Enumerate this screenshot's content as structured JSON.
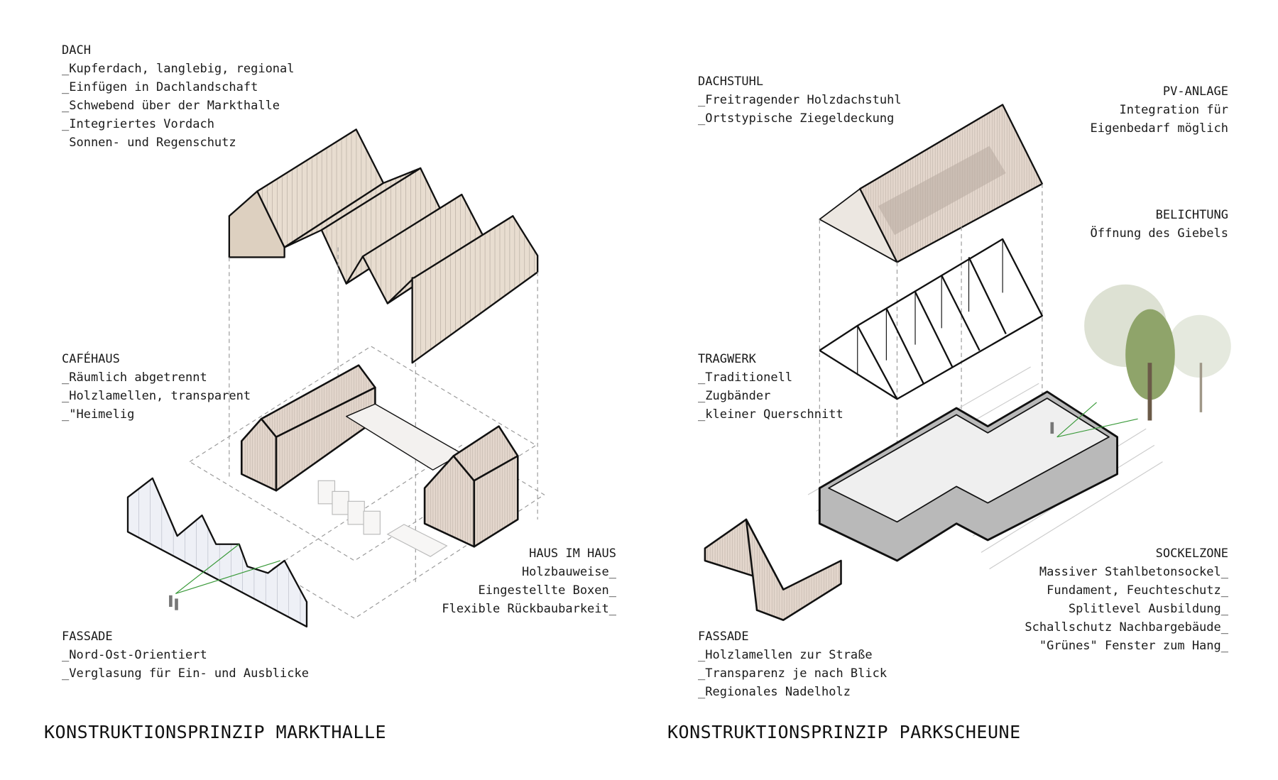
{
  "markthalle": {
    "title": "KONSTRUKTIONSPRINZIP MARKTHALLE",
    "dach": {
      "heading": "DACH",
      "lines": [
        "_Kupferdach, langlebig, regional",
        "_Einfügen in Dachlandschaft",
        "_Schwebend über der Markthalle",
        "_Integriertes Vordach",
        " Sonnen- und Regenschutz"
      ]
    },
    "cafehaus": {
      "heading": "CAFÉHAUS",
      "lines": [
        "_Räumlich abgetrennt",
        "_Holzlamellen, transparent",
        "_\"Heimelig"
      ]
    },
    "haus_im_haus": {
      "heading": "HAUS IM HAUS",
      "lines": [
        "Holzbauweise_",
        "Eingestellte Boxen_",
        "Flexible Rückbaubarkeit_"
      ]
    },
    "fassade": {
      "heading": "FASSADE",
      "lines": [
        "_Nord-Ost-Orientiert",
        "_Verglasung für Ein- und Ausblicke"
      ]
    }
  },
  "parkscheune": {
    "title": "KONSTRUKTIONSPRINZIP PARKSCHEUNE",
    "dachstuhl": {
      "heading": "DACHSTUHL",
      "lines": [
        "_Freitragender Holzdachstuhl",
        "_Ortstypische Ziegeldeckung"
      ]
    },
    "pv_anlage": {
      "heading": "PV-ANLAGE",
      "lines": [
        "Integration für",
        "Eigenbedarf möglich"
      ]
    },
    "belichtung": {
      "heading": "BELICHTUNG",
      "lines": [
        "Öffnung des Giebels"
      ]
    },
    "tragwerk": {
      "heading": "TRAGWERK",
      "lines": [
        "_Traditionell",
        "_Zugbänder",
        "_kleiner Querschnitt"
      ]
    },
    "sockelzone": {
      "heading": "SOCKELZONE",
      "lines": [
        "Massiver Stahlbetonsockel_",
        "Fundament, Feuchteschutz_",
        "Splitlevel Ausbildung_",
        "Schallschutz Nachbargebäude_",
        "\"Grünes\" Fenster zum Hang_"
      ]
    },
    "fassade": {
      "heading": "FASSADE",
      "lines": [
        "_Holzlamellen zur Straße",
        "_Transparenz je nach Blick",
        "_Regionales Nadelholz"
      ]
    }
  },
  "colors": {
    "copper": "#e8ddd0",
    "wood": "#e3d6cc",
    "concrete": "#b9b9b9",
    "glass": "#eef0f6",
    "arrow": "#3a9a3a",
    "tree": "#8fa46a"
  }
}
